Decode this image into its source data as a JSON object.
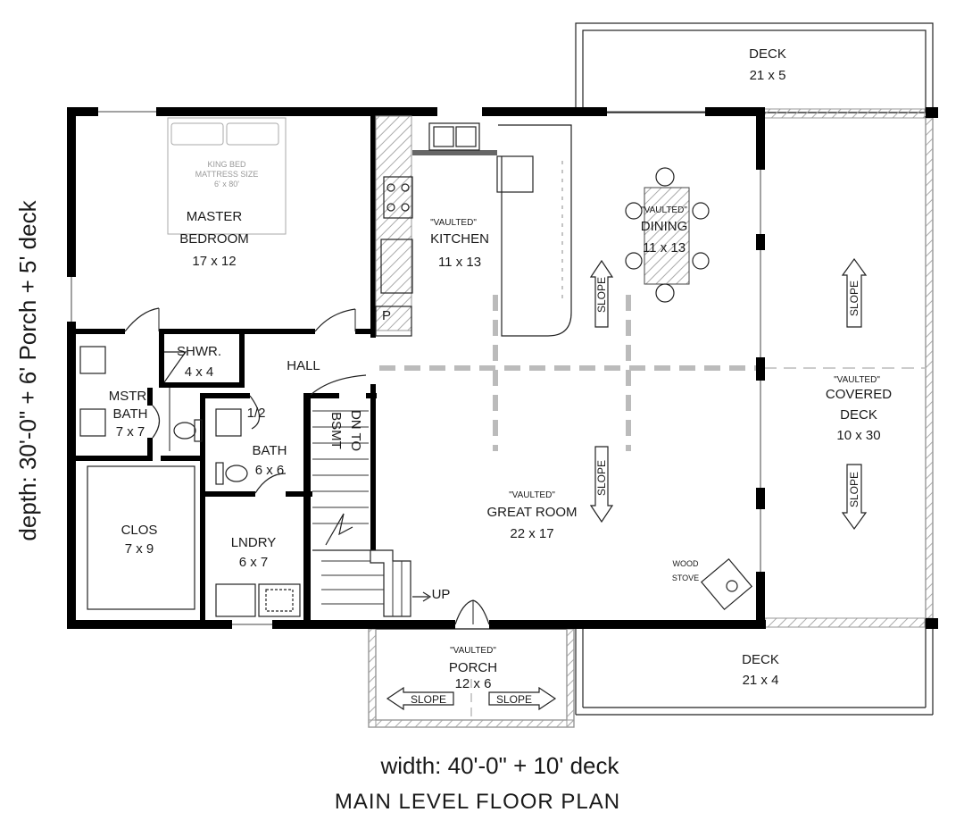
{
  "plan": {
    "title": "MAIN LEVEL FLOOR PLAN",
    "width_label": "width: 40'-0\" + 10' deck",
    "depth_label": "depth: 30'-0\" + 6' Porch + 5' deck"
  },
  "rooms": {
    "master_bedroom": {
      "name_1": "MASTER",
      "name_2": "BEDROOM",
      "size": "17 x 12"
    },
    "bed": {
      "l1": "KING BED",
      "l2": "MATTRESS SIZE",
      "l3": "6' x 80'"
    },
    "kitchen": {
      "vault": "\"VAULTED\"",
      "name": "KITCHEN",
      "size": "11 x 13",
      "pantry": "P"
    },
    "dining": {
      "vault": "\"VAULTED\"",
      "name": "DINING",
      "size": "11 x 13"
    },
    "shower": {
      "name": "SHWR.",
      "size": "4 x 4"
    },
    "hall": {
      "name": "HALL"
    },
    "master_bath": {
      "name_1": "MSTR",
      "name_2": "BATH",
      "size": "7 x 7"
    },
    "half_bath": {
      "name_1": "1/2",
      "name_2": "BATH",
      "size": "6 x 6"
    },
    "basement_stairs": {
      "l1": "BSMT",
      "l2": "DN TO"
    },
    "closet": {
      "name": "CLOS",
      "size": "7 x 9"
    },
    "laundry": {
      "name": "LNDRY",
      "size": "6 x 7"
    },
    "great_room": {
      "vault": "\"VAULTED\"",
      "name": "GREAT ROOM",
      "size": "22 x 17"
    },
    "wood_stove": {
      "l1": "WOOD",
      "l2": "STOVE"
    },
    "stairs_up": {
      "label": "UP"
    },
    "covered_deck": {
      "vault": "\"VAULTED\"",
      "name_1": "COVERED",
      "name_2": "DECK",
      "size": "10 x 30"
    },
    "deck_top": {
      "name": "DECK",
      "size": "21 x 5"
    },
    "deck_bottom": {
      "name": "DECK",
      "size": "21 x 4"
    },
    "porch": {
      "vault": "\"VAULTED\"",
      "name": "PORCH",
      "size": "12 x 6"
    }
  },
  "slope_text": "SLOPE"
}
